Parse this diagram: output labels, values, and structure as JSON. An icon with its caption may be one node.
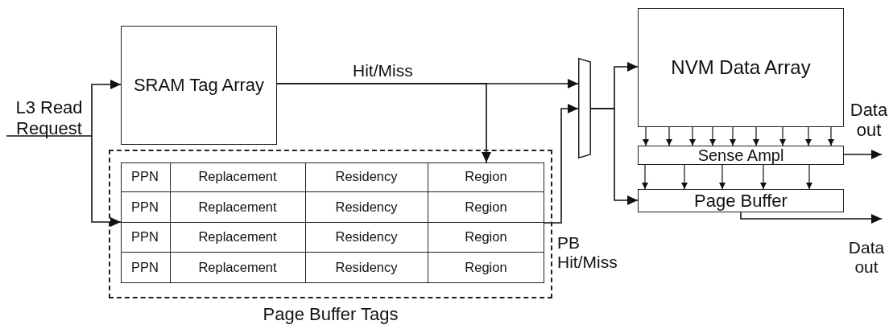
{
  "diagram": {
    "nodes": [
      {
        "text": [
          "L3 Read Request"
        ]
      },
      {
        "text": [
          "SRAM Tag Array"
        ]
      },
      {
        "text": [
          "Page Buffer Tags"
        ]
      },
      {
        "text": [],
        "shape": "box",
        "in": 2
      },
      {
        "text": [],
        "shape": "trapezoid"
      },
      {
        "text": [
          "NVM Data Array"
        ]
      },
      {
        "text": [
          "Sense Ampl"
        ]
      },
      {
        "text": [
          "Page Buffer"
        ]
      },
      {
        "text": [
          "Data out"
        ]
      },
      {
        "text": [
          "Data out"
        ]
      }
    ],
    "edges": [
      {
        "from": 0,
        "to": 1,
        "arrow": "to"
      },
      {
        "from": 0,
        "to": 3,
        "arrow": "to"
      },
      {
        "from": 1,
        "to": 4,
        "arrow": "to",
        "label": "Hit/Miss"
      },
      {
        "from": 1,
        "to": 3,
        "arrow": "to"
      },
      {
        "from": 3,
        "to": 4,
        "arrow": "to",
        "label": "PB Hit/Miss"
      },
      {
        "from": 4,
        "to": 5,
        "arrow": "to"
      },
      {
        "from": 4,
        "to": 7,
        "arrow": "to"
      },
      {
        "from": 5,
        "to": 6,
        "arrow": "to"
      },
      {
        "from": 5,
        "to": 6,
        "arrow": "to"
      },
      {
        "from": 5,
        "to": 6,
        "arrow": "to"
      },
      {
        "from": 5,
        "to": 6,
        "arrow": "to"
      },
      {
        "from": 5,
        "to": 6,
        "arrow": "to"
      },
      {
        "from": 5,
        "to": 6,
        "arrow": "to"
      },
      {
        "from": 5,
        "to": 6,
        "arrow": "to"
      },
      {
        "from": 5,
        "to": 6,
        "arrow": "to"
      },
      {
        "from": 5,
        "to": 6,
        "arrow": "to"
      },
      {
        "from": 6,
        "to": 7,
        "arrow": "to"
      },
      {
        "from": 6,
        "to": 7,
        "arrow": "to"
      },
      {
        "from": 6,
        "to": 7,
        "arrow": "to"
      },
      {
        "from": 6,
        "to": 7,
        "arrow": "to"
      },
      {
        "from": 6,
        "to": 7,
        "arrow": "to"
      },
      {
        "from": 6,
        "to": 8,
        "arrow": "to"
      },
      {
        "from": 7,
        "to": 9,
        "arrow": "to"
      }
    ],
    "labels": [
      "PPN",
      "Replacement",
      "Residency",
      "Region",
      "PPN",
      "Replacement",
      "Residency",
      "Region",
      "PPN",
      "Replacement",
      "Residency",
      "Region",
      "PPN",
      "Replacement",
      "Residency",
      "Region"
    ]
  }
}
